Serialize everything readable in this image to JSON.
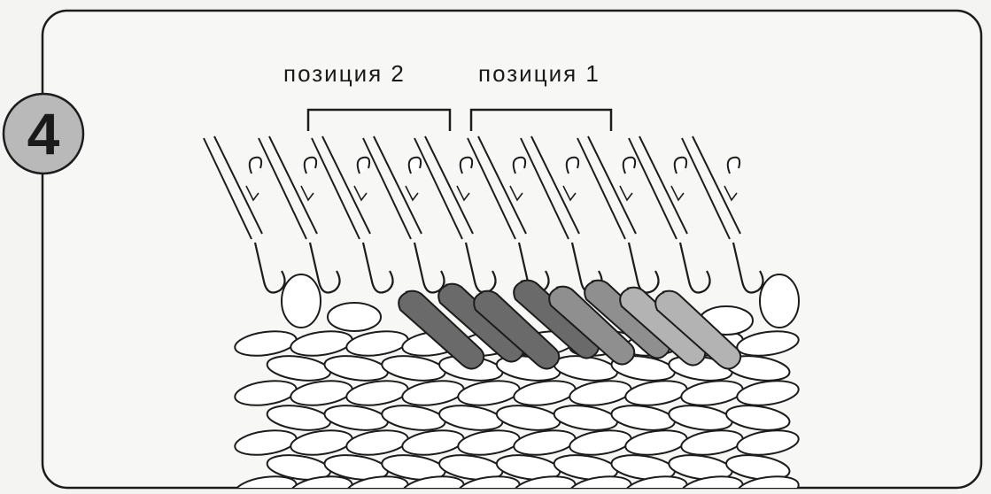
{
  "step": {
    "number": "4"
  },
  "labels": {
    "position_2": "позиция  2",
    "position_1": "позиция  1"
  },
  "colors": {
    "frame": "#1c1c1c",
    "panel": "#f7f7f5",
    "badge_fill": "#b9b9b9",
    "stitch_fill": "#ffffff",
    "stitch_dark": "#6a6a6a",
    "stitch_mid": "#8f8f8f",
    "stitch_light": "#b3b3b3"
  },
  "icons": {
    "needle": "knitting-needle-icon",
    "hook": "hook-icon"
  }
}
